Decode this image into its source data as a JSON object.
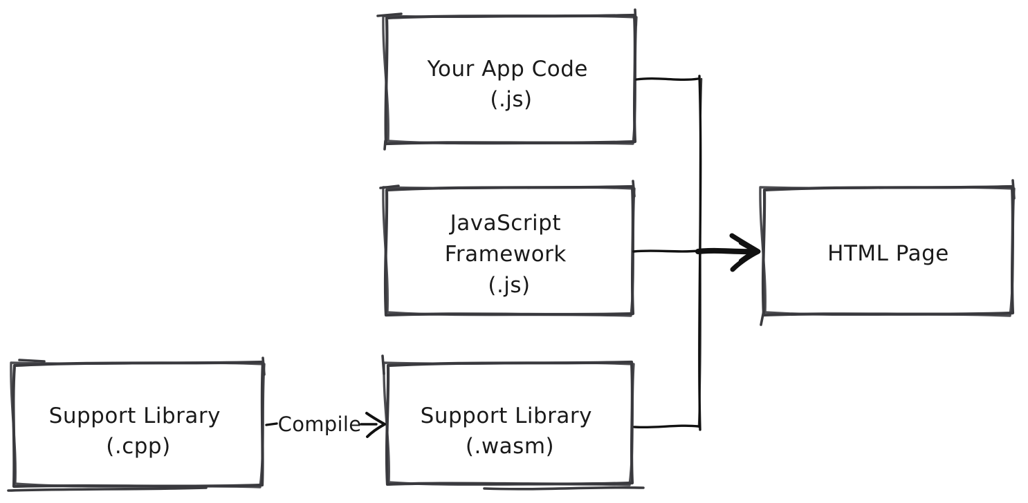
{
  "diagram": {
    "type": "flowchart",
    "nodes": [
      {
        "id": "your-app-code",
        "lines": [
          "Your App Code",
          "(.js)"
        ],
        "fill": "gray-hachure"
      },
      {
        "id": "javascript-framework",
        "lines": [
          "JavaScript",
          "Framework",
          "(.js)"
        ],
        "fill": "gray-hachure"
      },
      {
        "id": "support-library-cpp",
        "lines": [
          "Support Library",
          "(.cpp)"
        ],
        "fill": "gray-hachure"
      },
      {
        "id": "support-library-wasm",
        "lines": [
          "Support Library",
          "(.wasm)"
        ],
        "fill": "orange-hachure"
      },
      {
        "id": "html-page",
        "lines": [
          "HTML Page"
        ],
        "fill": "green-hachure"
      }
    ],
    "edges": [
      {
        "id": "compile-arrow",
        "label": "Compile",
        "from": "support-library-cpp",
        "to": "support-library-wasm"
      },
      {
        "id": "merge-arrow",
        "label": "",
        "from": "your-app-code, javascript-framework, support-library-wasm",
        "to": "html-page"
      }
    ],
    "colors": {
      "background": "#ffffff",
      "stroke": "#3a3a3e",
      "line": "#111111",
      "text": "#1a1a1a",
      "hatch_gray": "#e7e7e7",
      "hatch_orange": "#f5c08e",
      "hatch_green": "#c6e189"
    }
  }
}
